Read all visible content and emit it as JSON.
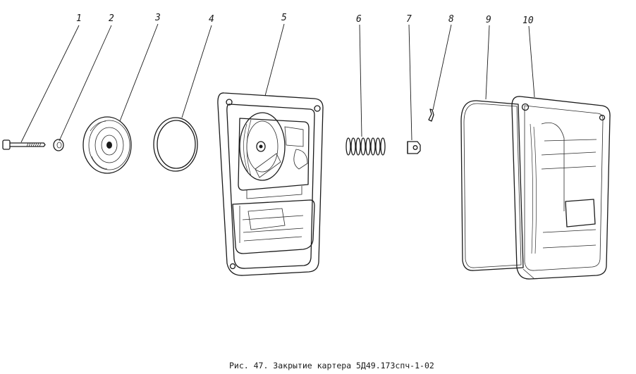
{
  "caption": "Рис. 47. Закрытие картера 5Д49.17Зспч-1-02",
  "callouts": [
    "1",
    "2",
    "3",
    "4",
    "5",
    "6",
    "7",
    "8",
    "9",
    "10"
  ],
  "colors": {
    "ink": "#1a1a1a",
    "background": "#ffffff"
  }
}
